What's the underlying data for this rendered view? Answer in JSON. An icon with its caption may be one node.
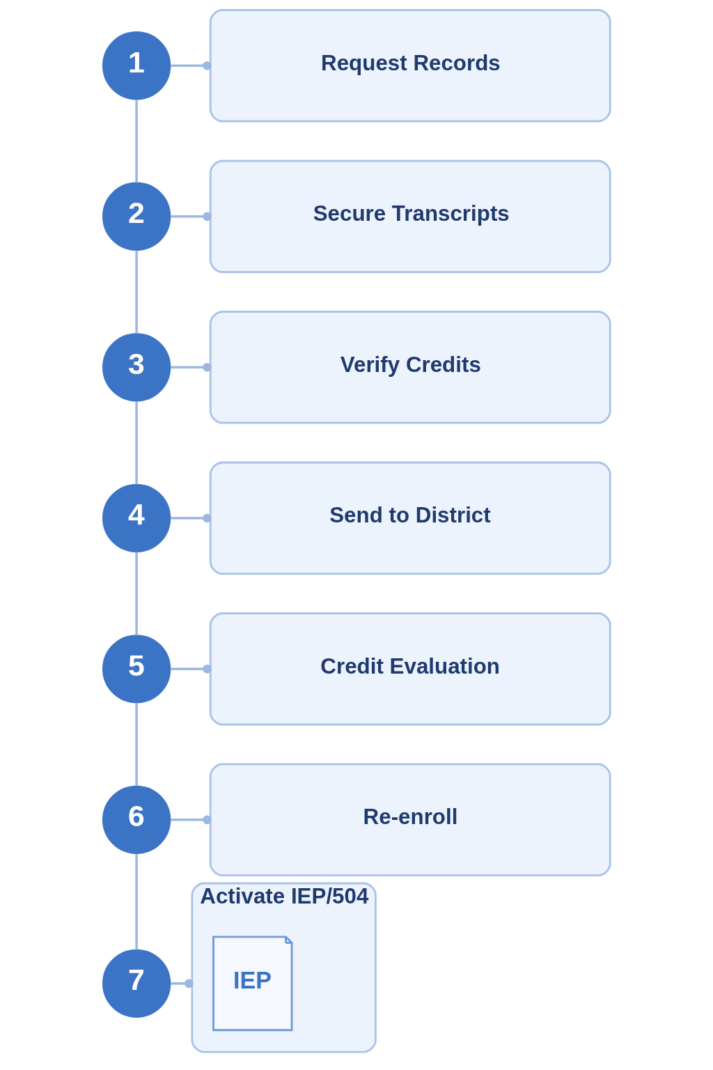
{
  "diagram": {
    "nodes": [
      {
        "text": [
          "1"
        ]
      },
      {
        "text": [
          "Request Records"
        ]
      },
      {
        "text": [
          "2"
        ]
      },
      {
        "text": [
          "Secure Transcripts"
        ]
      },
      {
        "text": [
          "3"
        ]
      },
      {
        "text": [
          "Verify Credits"
        ]
      },
      {
        "text": [
          "4"
        ]
      },
      {
        "text": [
          "Send to District"
        ]
      },
      {
        "text": [
          "5"
        ]
      },
      {
        "text": [
          "Credit Evaluation"
        ]
      },
      {
        "text": [
          "6"
        ]
      },
      {
        "text": [
          "Re-enroll"
        ]
      },
      {
        "text": [
          "7"
        ]
      },
      {
        "text": [
          "Activate IEP/504"
        ]
      },
      {
        "text": [
          "IEP"
        ],
        "in": 13
      }
    ],
    "edges": [
      {
        "from": 0,
        "to": 1,
        "arrow": "other"
      },
      {
        "from": 0,
        "to": 2,
        "arrow": "none"
      },
      {
        "from": 2,
        "to": 3,
        "arrow": "other"
      },
      {
        "from": 2,
        "to": 4,
        "arrow": "none"
      },
      {
        "from": 4,
        "to": 5,
        "arrow": "other"
      },
      {
        "from": 4,
        "to": 6,
        "arrow": "none"
      },
      {
        "from": 6,
        "to": 7,
        "arrow": "other"
      },
      {
        "from": 6,
        "to": 8,
        "arrow": "none"
      },
      {
        "from": 8,
        "to": 9,
        "arrow": "other"
      },
      {
        "from": 8,
        "to": 10,
        "arrow": "none"
      },
      {
        "from": 10,
        "to": 11,
        "arrow": "other"
      },
      {
        "from": 10,
        "to": 12,
        "arrow": "none"
      },
      {
        "from": 12,
        "to": 13,
        "arrow": "other"
      }
    ]
  }
}
